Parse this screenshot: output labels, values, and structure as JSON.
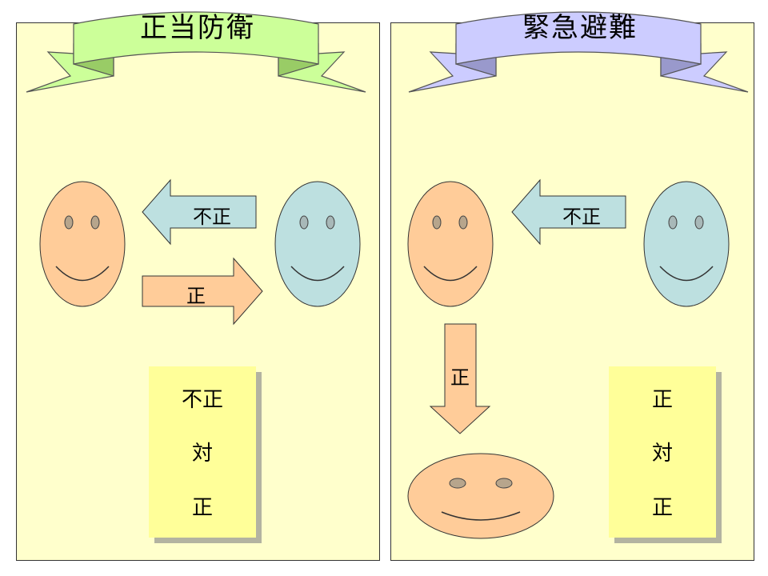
{
  "colors": {
    "panel_bg": "#ffffcc",
    "ribbon_green": "#ccff99",
    "ribbon_purple": "#ccccff",
    "face_orange": "#ffcc99",
    "face_blue": "#bde0e0",
    "note_bg": "#ffff99"
  },
  "left": {
    "title": "正当防衛",
    "arrow_unjust_label": "不正",
    "arrow_just_label": "正",
    "note_lines": [
      "不正",
      "対",
      "正"
    ]
  },
  "right": {
    "title": "緊急避難",
    "arrow_unjust_label": "不正",
    "arrow_down_label": "正",
    "note_lines": [
      "正",
      "対",
      "正"
    ]
  }
}
